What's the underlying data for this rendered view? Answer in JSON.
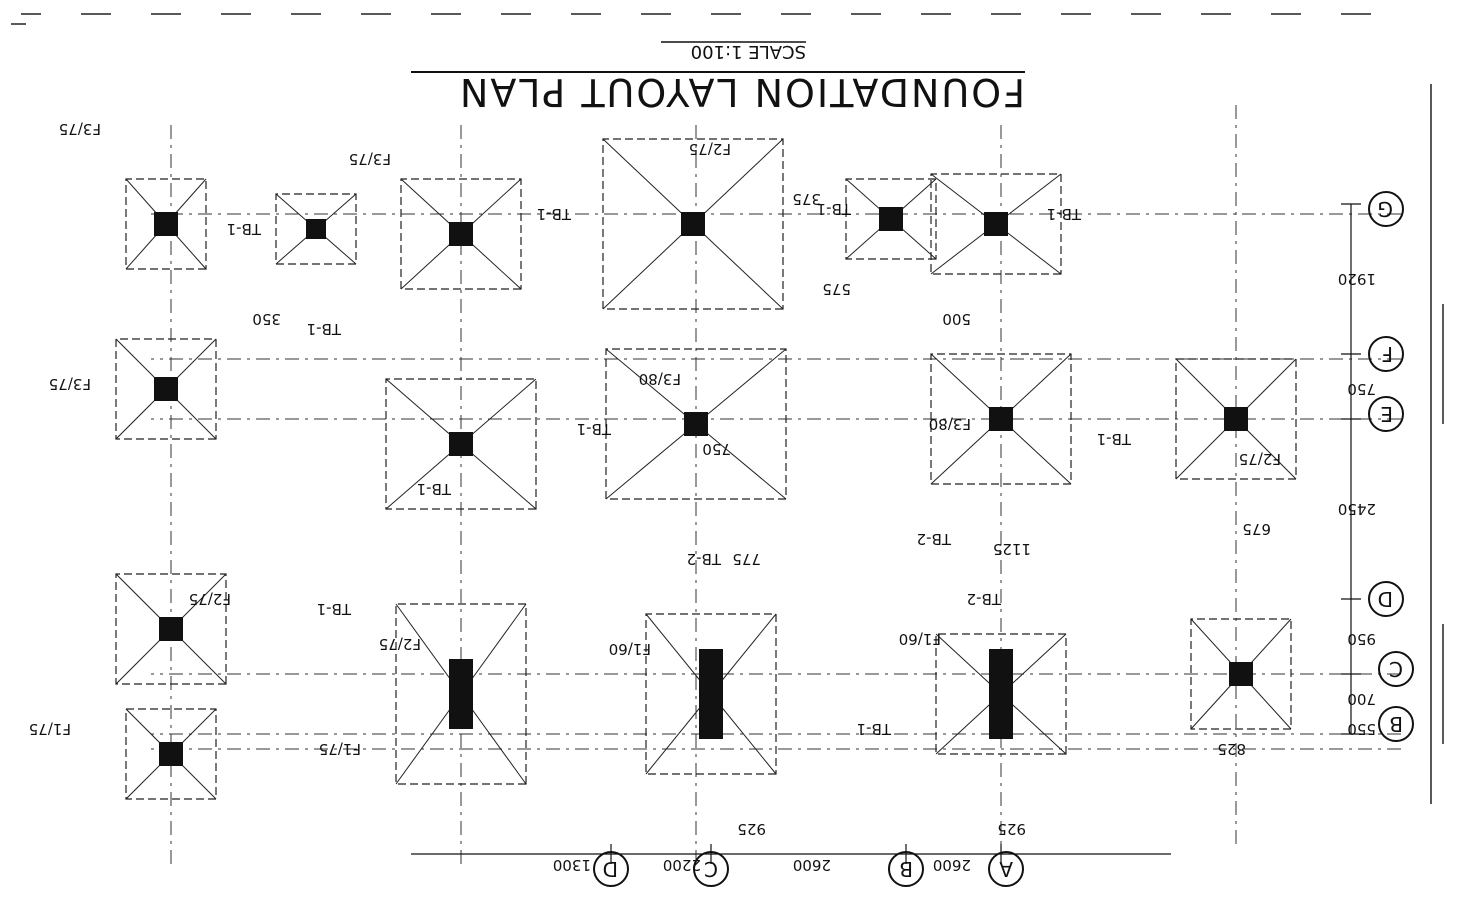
{
  "drawing": {
    "title": "FOUNDATION LAYOUT PLAN",
    "scale": "SCALE 1:100"
  },
  "grid_bubbles": {
    "right": [
      "G",
      "F",
      "E",
      "D",
      "C",
      "B"
    ],
    "bottom": [
      "A",
      "B",
      "C",
      "D"
    ]
  },
  "dimensions": {
    "right": [
      "1920",
      "750",
      "2450",
      "950",
      "700",
      "550"
    ],
    "bottom": [
      "2600",
      "2600",
      "2200",
      "1300"
    ],
    "footing_sizes": [
      "925",
      "925",
      "825",
      "500",
      "775",
      "675",
      "350",
      "375",
      "575",
      "750",
      "1125"
    ]
  },
  "footing_labels": [
    "F3/75",
    "F3/75",
    "F2/75",
    "F3/80",
    "F3/80",
    "F2/75",
    "F3/75",
    "F2/75",
    "F2/75",
    "F1/60",
    "F1/60",
    "F1/75",
    "F1/75"
  ],
  "beam_labels": [
    "TB-1",
    "TB-1",
    "TB-1",
    "TB-1",
    "TB-1",
    "TB-1",
    "TB-1",
    "TB-2",
    "TB-2",
    "TB-2",
    "TB-1",
    "TB-1",
    "TB-1"
  ]
}
